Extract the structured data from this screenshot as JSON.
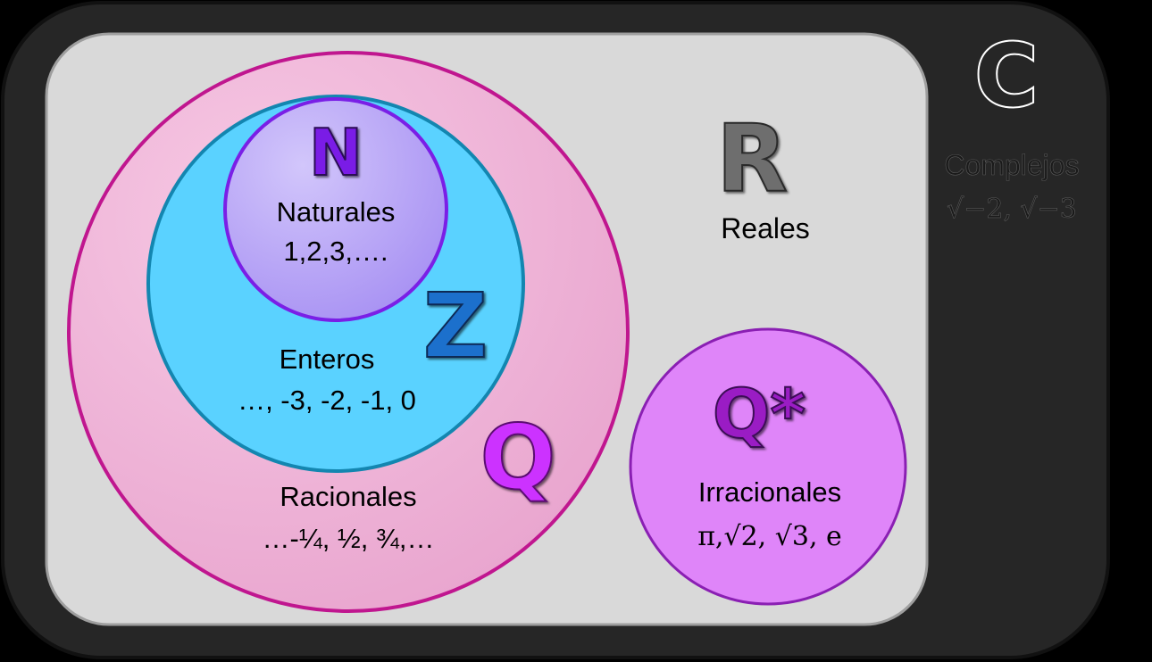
{
  "complejos": {
    "symbol": "C",
    "name": "Complejos",
    "examples": "√−2, √−3"
  },
  "reales": {
    "symbol": "R",
    "name": "Reales"
  },
  "racionales": {
    "symbol": "Q",
    "name": "Racionales",
    "examples": "…-¼, ½, ¾,…"
  },
  "enteros": {
    "symbol": "Z",
    "name": "Enteros",
    "examples": "…, -3, -2, -1, 0"
  },
  "naturales": {
    "symbol": "N",
    "name": "Naturales",
    "examples": "1,2,3,…."
  },
  "irracionales": {
    "symbol": "Q*",
    "name": "Irracionales",
    "examples": "π,√2, √3, e"
  },
  "colors": {
    "complejos_fill": "#262626",
    "reales_fill": "#d9d9d9",
    "racionales_fill": "#f5bedd",
    "racionales_stroke": "#c0168f",
    "racionales_symbol": "#cc33ff",
    "enteros_fill": "#5ad2ff",
    "enteros_stroke": "#1386b0",
    "enteros_symbol": "#1f6fcc",
    "naturales_fill": "#b9a8f7",
    "naturales_stroke": "#7a1fe6",
    "naturales_symbol": "#7a1fe6",
    "irracionales_fill": "#df85f9",
    "irracionales_stroke": "#8a1fb3",
    "irracionales_symbol": "#9a1fc4"
  }
}
